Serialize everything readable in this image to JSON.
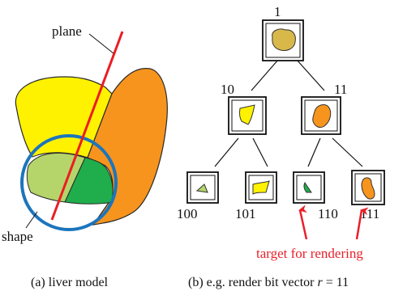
{
  "panel_a": {
    "plane_label": "plane",
    "shape_label": "shape",
    "caption": "(a) liver model",
    "colors": {
      "yellow": "#fff200",
      "orange": "#f7941d",
      "light_green": "#b5d56a",
      "green": "#1fae4b",
      "circle": "#1c75bc",
      "plane": "#ed1c24"
    }
  },
  "panel_b": {
    "nodes": {
      "root": "1",
      "left": "10",
      "right": "11",
      "ll": "100",
      "lr": "101",
      "rl": "110",
      "rr": "111"
    },
    "target_label": "target for rendering",
    "caption_prefix": "(b) e.g. render bit vector",
    "caption_var": "r",
    "caption_suffix": " = 11"
  }
}
